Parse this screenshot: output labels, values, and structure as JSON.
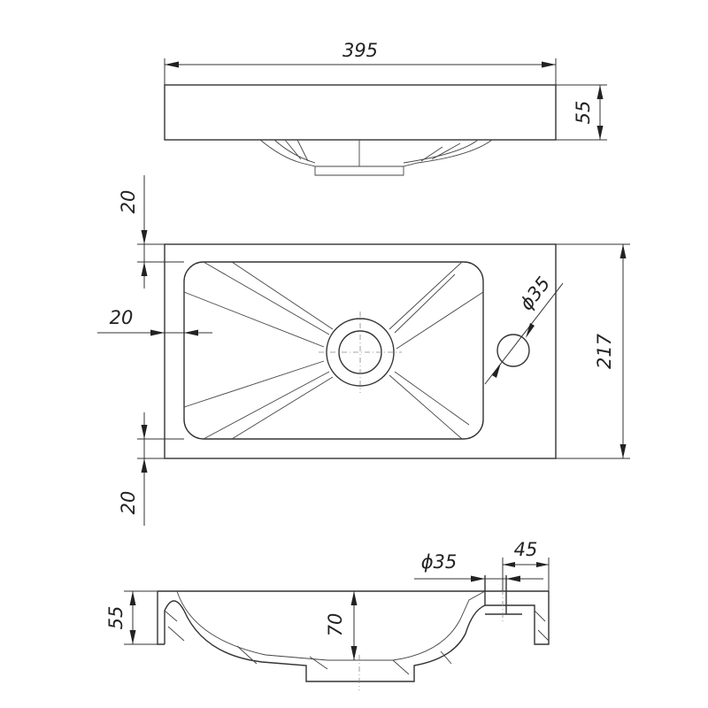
{
  "top_view": {
    "width_label": "395",
    "height_label": "55"
  },
  "plan_view": {
    "margin_top_label": "20",
    "margin_left_label": "20",
    "margin_bottom_label": "20",
    "depth_label": "217",
    "tap_hole_label": "ϕ35"
  },
  "section_view": {
    "height_label": "55",
    "bowl_depth_label": "70",
    "drain_label": "ϕ35",
    "rim_label": "45"
  },
  "colors": {
    "line": "#333333",
    "background": "#ffffff"
  }
}
